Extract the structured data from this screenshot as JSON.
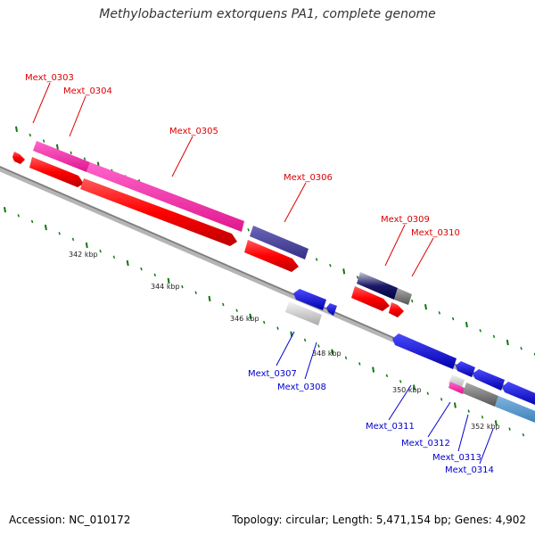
{
  "header": {
    "title": "Methylobacterium extorquens PA1, complete genome"
  },
  "footer": {
    "accession": "Accession: NC_010172",
    "info": "Topology: circular; Length: 5,471,154 bp; Genes: 4,902"
  },
  "colors": {
    "forward_label": "#dd0000",
    "reverse_label": "#0000cc",
    "backbone": "#8c8c8c",
    "tick": "#117711"
  },
  "kbp_ticks": [
    "342 kbp",
    "344 kbp",
    "346 kbp",
    "348 kbp",
    "350 kbp",
    "352 kbp"
  ],
  "genes": [
    {
      "id": "Mext_0303",
      "label": "Mext_0303",
      "strand": "forward"
    },
    {
      "id": "Mext_0304",
      "label": "Mext_0304",
      "strand": "forward"
    },
    {
      "id": "Mext_0305",
      "label": "Mext_0305",
      "strand": "forward"
    },
    {
      "id": "Mext_0306",
      "label": "Mext_0306",
      "strand": "forward"
    },
    {
      "id": "Mext_0309",
      "label": "Mext_0309",
      "strand": "forward"
    },
    {
      "id": "Mext_0310",
      "label": "Mext_0310",
      "strand": "forward"
    },
    {
      "id": "Mext_0307",
      "label": "Mext_0307",
      "strand": "reverse"
    },
    {
      "id": "Mext_0308",
      "label": "Mext_0308",
      "strand": "reverse"
    },
    {
      "id": "Mext_0311",
      "label": "Mext_0311",
      "strand": "reverse"
    },
    {
      "id": "Mext_0312",
      "label": "Mext_0312",
      "strand": "reverse"
    },
    {
      "id": "Mext_0313",
      "label": "Mext_0313",
      "strand": "reverse"
    },
    {
      "id": "Mext_0314",
      "label": "Mext_0314",
      "strand": "reverse"
    }
  ]
}
